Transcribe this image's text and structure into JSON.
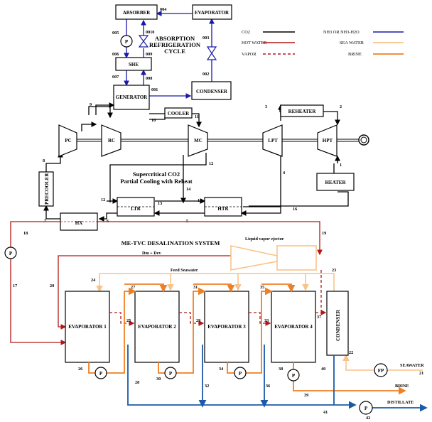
{
  "diagram": {
    "title_top": "ABSORPTION REFRIGERATION CYCLE",
    "title_top_l1": "ABSORPTION",
    "title_top_l2": "REFRIGERATION",
    "title_top_l3": "CYCLE",
    "title_mid_l1": "Supercritical CO2",
    "title_mid_l2": "Partial Cooling with Reheat",
    "title_bottom": "ME-TVC DESALINATION SYSTEM",
    "ejector_label": "Liquid vapor ejector",
    "feed_label": "Feed Seawater",
    "dm_label": "Dm + Dev",
    "components": {
      "absorber": "ABSORBER",
      "evaporator": "EVAPORATOR",
      "she": "SHE",
      "generator": "GENERATOR",
      "condenser": "CONDENSER",
      "cooler": "COOLER",
      "reheater": "REHEATER",
      "heater": "HEATER",
      "pc": "PC",
      "rc": "RC",
      "mc": "MC",
      "lpt": "LPT",
      "hpt": "HPT",
      "precooler": "PRECOOLER",
      "ltr": "LTR",
      "htr": "HTR",
      "hx": "HX",
      "evap1": "EVAPORATOR 1",
      "evap2": "EVAPORATOR 2",
      "evap3": "EVAPORATOR 3",
      "evap4": "EVAPORATOR 4",
      "condenser_vert": "CONDENSER",
      "pump": "P",
      "fp": "FP"
    },
    "outputs": {
      "seawater": "SEAWATER",
      "brine": "BRINE",
      "distillate": "DISTILLATE"
    },
    "legend": {
      "co2": "CO2",
      "hot_water": "HOT WATER",
      "vapor": "VAPOR",
      "nh3": "NH3 OR NH3-H2O",
      "sea_water": "SEA WATER",
      "brine": "BRINE",
      "colors": {
        "co2": "#000000",
        "hot_water": "#b01818",
        "vapor": "#b01818",
        "nh3": "#1a1aa8",
        "sea_water": "#f8c38a",
        "brine": "#f07f22",
        "distillate": "#1b5aa8"
      }
    },
    "state_labels": {
      "s001": "001",
      "s002": "002",
      "s003": "003",
      "s004": "004",
      "s005": "005",
      "s006": "006",
      "s007": "007",
      "s008": "008",
      "s009": "009",
      "s0010": "0010",
      "n1": "1",
      "n2": "2",
      "n3": "3",
      "n4": "4",
      "n5": "5",
      "n6": "6",
      "n7": "7",
      "n8": "8",
      "n9": "9",
      "n10": "10",
      "n11": "11",
      "n12": "12",
      "n13": "13",
      "n14": "14",
      "n15": "15",
      "n16": "16",
      "n17": "17",
      "n18": "18",
      "n19": "19",
      "n20": "20",
      "n21": "21",
      "n22": "22",
      "n23": "23",
      "n24": "24",
      "n25": "25",
      "n26": "26",
      "n27": "27",
      "n28": "28",
      "n29": "29",
      "n30": "30",
      "n31": "31",
      "n32": "32",
      "n33": "33",
      "n34": "34",
      "n35": "35",
      "n36": "36",
      "n37": "37",
      "n38": "38",
      "n39": "39",
      "n40": "40",
      "n41": "41",
      "n42": "42"
    }
  }
}
